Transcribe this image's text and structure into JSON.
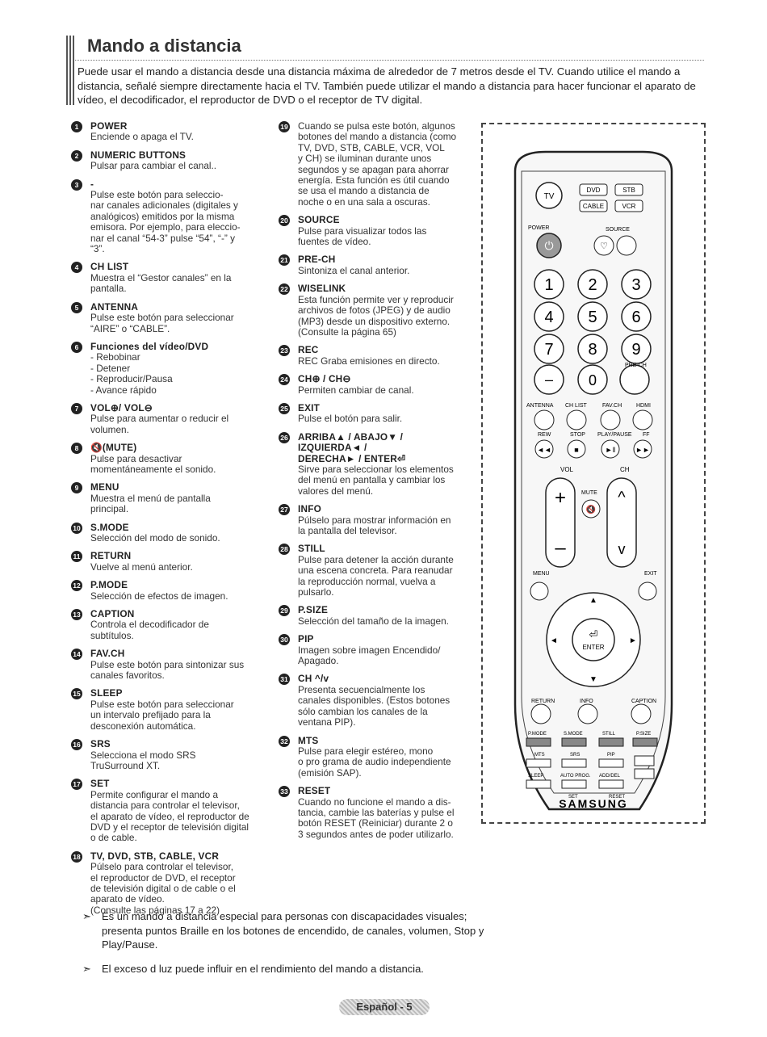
{
  "title": "Mando a distancia",
  "intro": "Puede usar el mando a distancia desde una distancia máxima de alrededor de 7 metros desde el TV. Cuando utilice el mando a distancia, señalé siempre directamente hacia el TV. También puede utilizar el mando a distancia para hacer funcionar el aparato de vídeo, el decodificador, el reproductor de DVD o el receptor de TV digital.",
  "col1": [
    {
      "n": "1",
      "head": "POWER",
      "desc": "Enciende o apaga el TV."
    },
    {
      "n": "2",
      "head": "NUMERIC BUTTONS",
      "desc": "Pulsar para cambiar el canal.."
    },
    {
      "n": "3",
      "head": "-",
      "desc": "Pulse este botón para seleccio-\nnar canales adicionales (digitales y\nanalógicos) emitidos por la misma\nemisora. Por ejemplo, para eleccio-\nnar el canal “54-3” pulse “54”, “-” y\n“3”."
    },
    {
      "n": "4",
      "head": "CH LIST",
      "desc": "Muestra el “Gestor canales” en la\npantalla."
    },
    {
      "n": "5",
      "head": "ANTENNA",
      "desc": "Pulse este botón para seleccionar\n“AIRE” o “CABLE”."
    },
    {
      "n": "6",
      "head": "Funciones del vídeo/DVD",
      "desc": "- Rebobinar\n- Detener\n- Reproducir/Pausa\n- Avance rápido"
    },
    {
      "n": "7",
      "head": "VOL⊕/ VOL⊖",
      "desc": "Pulse para aumentar o reducir el\nvolumen."
    },
    {
      "n": "8",
      "head": "🔇(MUTE)",
      "desc": "Pulse para desactivar\nmomentáneamente el sonido."
    },
    {
      "n": "9",
      "head": "MENU",
      "desc": "Muestra el menú de pantalla\nprincipal."
    },
    {
      "n": "10",
      "head": "S.MODE",
      "desc": "Selección del modo de sonido."
    },
    {
      "n": "11",
      "head": "RETURN",
      "desc": "Vuelve al menú anterior."
    },
    {
      "n": "12",
      "head": "P.MODE",
      "desc": "Selección de efectos de imagen."
    },
    {
      "n": "13",
      "head": "CAPTION",
      "desc": "Controla el decodificador de\nsubtítulos."
    },
    {
      "n": "14",
      "head": "FAV.CH",
      "desc": "Pulse este botón para sintonizar sus\ncanales favoritos."
    },
    {
      "n": "15",
      "head": "SLEEP",
      "desc": "Pulse este botón para seleccionar\nun intervalo prefijado para la\ndesconexión automática."
    },
    {
      "n": "16",
      "head": "SRS",
      "desc": "Selecciona el modo SRS\nTruSurround XT."
    },
    {
      "n": "17",
      "head": "SET",
      "desc": "Permite configurar el mando a\ndistancia para controlar el televisor,\nel aparato de vídeo, el reproductor de\nDVD y el receptor de televisión digital\no de cable."
    },
    {
      "n": "18",
      "head": "TV, DVD, STB, CABLE, VCR",
      "desc": "Púlselo para controlar el televisor,\nel reproductor de DVD, el receptor\nde televisión digital o de cable o el\naparato de vídeo.\n(Consulte las páginas 17 a 22)"
    }
  ],
  "col2": [
    {
      "n": "19",
      "head": "",
      "desc": "Cuando se pulsa este botón, algunos\nbotones del mando a distancia (como\nTV, DVD, STB, CABLE, VCR, VOL\ny CH) se iluminan durante unos\nsegundos y se apagan para ahorrar\nenergía. Esta función es útil cuando\nse usa el mando a distancia de\nnoche o en una sala a oscuras."
    },
    {
      "n": "20",
      "head": "SOURCE",
      "desc": "Pulse para visualizar todos las\nfuentes de vídeo."
    },
    {
      "n": "21",
      "head": "PRE-CH",
      "desc": "Sintoniza el canal anterior."
    },
    {
      "n": "22",
      "head": "WISELINK",
      "desc": "Esta función permite ver y reproducir\narchivos de fotos (JPEG) y de audio\n(MP3) desde un dispositivo externo.\n(Consulte la página 65)"
    },
    {
      "n": "23",
      "head": "REC",
      "desc": "REC Graba emisiones en directo."
    },
    {
      "n": "24",
      "head": "CH⊕ / CH⊖",
      "desc": "Permiten cambiar de canal."
    },
    {
      "n": "25",
      "head": "EXIT",
      "desc": "Pulse el botón para salir."
    },
    {
      "n": "26",
      "head": "ARRIBA▲ / ABAJO▼ /\nIZQUIERDA◄ /\nDERECHA► / ENTER⏎",
      "desc": "Sirve para seleccionar los elementos\ndel menú en pantalla y cambiar los\nvalores del menú."
    },
    {
      "n": "27",
      "head": "INFO",
      "desc": "Púlselo para mostrar información en\nla pantalla del televisor."
    },
    {
      "n": "28",
      "head": "STILL",
      "desc": "Pulse para detener la acción durante\nuna escena concreta. Para reanudar\nla reproducción normal, vuelva a\npulsarlo."
    },
    {
      "n": "29",
      "head": "P.SIZE",
      "desc": "Selección del tamaño de la imagen."
    },
    {
      "n": "30",
      "head": "PIP",
      "desc": "Imagen sobre imagen Encendido/\nApagado."
    },
    {
      "n": "31",
      "head": "CH ^/v",
      "desc": "Presenta secuencialmente los\ncanales disponibles. (Estos botones\nsólo cambian los canales de la\nventana PIP)."
    },
    {
      "n": "32",
      "head": "MTS",
      "desc": "Pulse para elegir estéreo, mono\no pro grama de audio independiente\n(emisión SAP)."
    },
    {
      "n": "33",
      "head": "RESET",
      "desc": "Cuando no funcione el mando a dis-\ntancia, cambie las baterías y pulse el\nbotón RESET (Reiniciar) durante 2 o\n3 segundos antes de poder utilizarlo."
    }
  ],
  "remote": {
    "tv": "TV",
    "dvd": "DVD",
    "stb": "STB",
    "cable": "CABLE",
    "vcr": "VCR",
    "power": "POWER",
    "source": "SOURCE",
    "digits": [
      "1",
      "2",
      "3",
      "4",
      "5",
      "6",
      "7",
      "8",
      "9"
    ],
    "dash": "–",
    "zero": "0",
    "prech": "PRE-CH",
    "antenna": "ANTENNA",
    "chlist": "CH LIST",
    "favch": "FAV.CH",
    "hdmi": "HDMI",
    "rew": "REW",
    "stop": "STOP",
    "playpause": "PLAY/PAUSE",
    "ff": "FF",
    "vol": "VOL",
    "ch": "CH",
    "mute": "MUTE",
    "menu": "MENU",
    "exit": "EXIT",
    "enter": "ENTER",
    "return": "RETURN",
    "info": "INFO",
    "caption": "CAPTION",
    "pmode": "P.MODE",
    "smode": "S.MODE",
    "still": "STILL",
    "psize": "P.SIZE",
    "mts": "MTS",
    "srs": "SRS",
    "pip": "PIP",
    "sleep": "SLEEP",
    "autoprog": "AUTO PROG.",
    "addel": "ADD/DEL",
    "set": "SET",
    "reset": "RESET",
    "brand": "SAMSUNG"
  },
  "notes": [
    "Es un mando a distancia especial para personas con discapacidades visuales; presenta puntos Braille en los botones de encendido, de canales, volumen, Stop y Play/Pause.",
    "El exceso d luz puede influir en el rendimiento del mando a distancia."
  ],
  "footer": "Español - 5"
}
